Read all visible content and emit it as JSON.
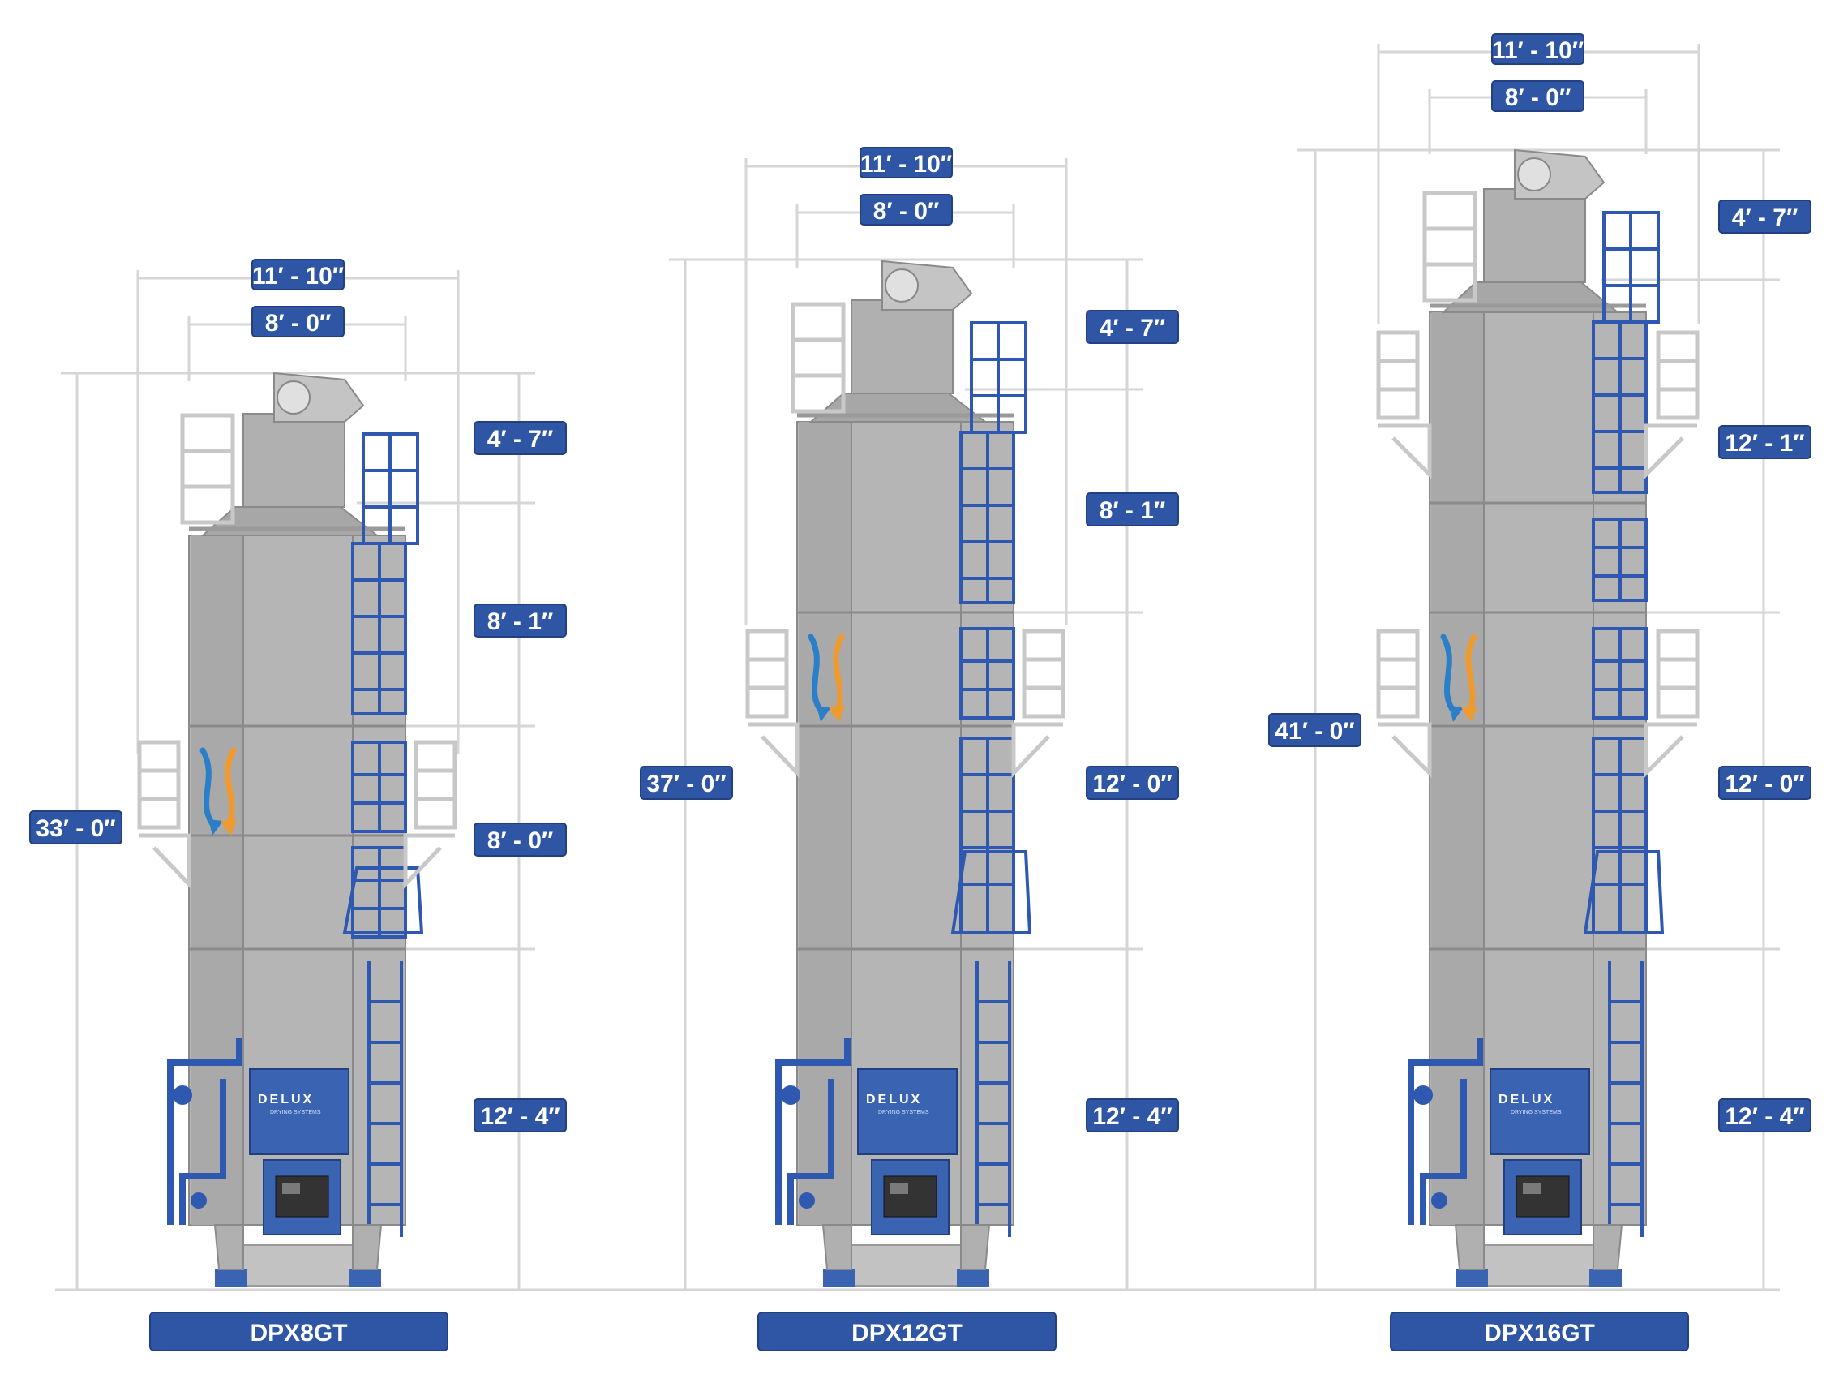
{
  "colors": {
    "badge": "#2f55a5",
    "badge_border": "#223f80",
    "body": "#b5b5b5",
    "body_dark": "#9c9c9c",
    "ladder": "#2f59b0",
    "rail": "#c8c8c8",
    "dim_line": "#d6d6d6",
    "panel": "#3a63b2",
    "arrow_blue": "#2a7fc8",
    "arrow_orange": "#ee9a2e"
  },
  "models": [
    {
      "name": "DPX8GT",
      "overall_height": "33′ - 0″",
      "outer_width": "11′ - 10″",
      "inner_width": "8′ - 0″",
      "segments": [
        "4′ - 7″",
        "8′ - 1″",
        "8′ - 0″",
        "12′ - 4″"
      ],
      "logo": "DELUX",
      "logo_sub": "DRYING SYSTEMS"
    },
    {
      "name": "DPX12GT",
      "overall_height": "37′ - 0″",
      "outer_width": "11′ - 10″",
      "inner_width": "8′ - 0″",
      "segments": [
        "4′ - 7″",
        "8′ - 1″",
        "12′ - 0″",
        "12′ - 4″"
      ],
      "logo": "DELUX",
      "logo_sub": "DRYING SYSTEMS"
    },
    {
      "name": "DPX16GT",
      "overall_height": "41′ - 0″",
      "outer_width": "11′ - 10″",
      "inner_width": "8′ - 0″",
      "segments": [
        "4′ - 7″",
        "12′ - 1″",
        "12′ - 0″",
        "12′ - 4″"
      ],
      "logo": "DELUX",
      "logo_sub": "DRYING SYSTEMS"
    }
  ]
}
